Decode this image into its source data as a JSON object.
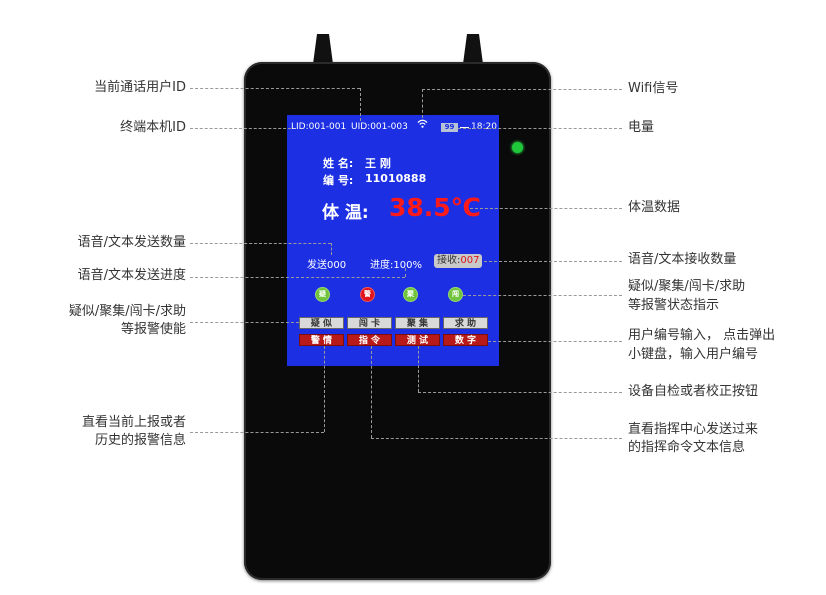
{
  "callouts": {
    "caller_user_id": "当前通话用户ID",
    "terminal_id": "终端本机ID",
    "send_count": "语音/文本发送数量",
    "send_progress": "语音/文本发送进度",
    "alarm_enable_1": "疑似/聚集/闯卡/求助",
    "alarm_enable_2": "等报警使能",
    "view_alarm_1": "直看当前上报或者",
    "view_alarm_2": "历史的报警信息",
    "wifi": "Wifi信号",
    "battery": "电量",
    "temp_data": "体温数据",
    "recv_count": "语音/文本接收数量",
    "alarm_status_1": "疑似/聚集/闯卡/求助",
    "alarm_status_2": "等报警状态指示",
    "user_input_1": "用户编号输入，  点击弹出",
    "user_input_2": "小键盘，输入用户编号",
    "self_test": "设备自检或者校正按钮",
    "command_1": "直看指挥中心发送过来",
    "command_2": "的指挥命令文本信息"
  },
  "screen": {
    "lid": "LID:001-001",
    "uid": "UID:001-003",
    "battery": "99",
    "time": "18:20",
    "name_label": "姓  名:",
    "name_value": "王 刚",
    "number_label": "编  号:",
    "number_value": "11010888",
    "temp_label": "体 温:",
    "temp_value": "38.5℃",
    "sent": "发送000",
    "progress": "进度:100%",
    "recv_label": "接收:",
    "recv_value": "007",
    "indicators": [
      "疑",
      "警",
      "聚",
      "闯"
    ],
    "buttons_row1": [
      "疑 似",
      "闯 卡",
      "聚 集",
      "求 助"
    ],
    "buttons_row2": [
      "警 情",
      "指 令",
      "测 试",
      "数 字"
    ]
  },
  "colors": {
    "screen_bg": "#1c2fe3",
    "temp_value": "#ff1a1a",
    "indicator_green": "#6fc43a",
    "indicator_red": "#e0141a",
    "button_red": "#b81a1a",
    "led": "#1ec83a"
  }
}
